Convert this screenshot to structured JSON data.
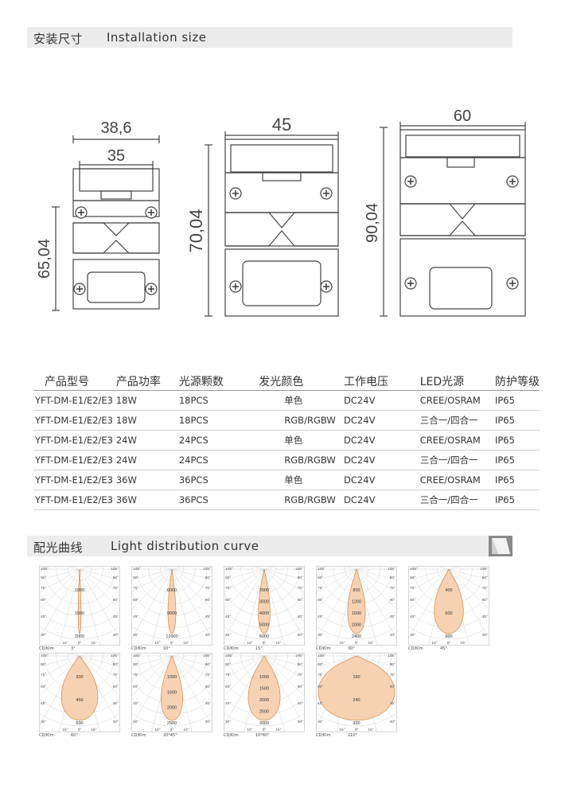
{
  "install": {
    "title_cn": "安装尺寸",
    "title_en": "Installation size"
  },
  "dims": {
    "w1": "38,6",
    "w1b": "35",
    "h1": "65,04",
    "w2": "45",
    "h2": "70,04",
    "w3": "60",
    "h3": "90,04"
  },
  "table": {
    "headers": [
      "产品型号",
      "产品功率",
      "光源颗数",
      "发光颜色",
      "工作电压",
      "LED光源",
      "防护等级"
    ],
    "rows": [
      [
        "YFT-DM-E1/E2/E3",
        "18W",
        "18PCS",
        "单色",
        "DC24V",
        "CREE/OSRAM",
        "IP65"
      ],
      [
        "YFT-DM-E1/E2/E3",
        "18W",
        "18PCS",
        "RGB/RGBW",
        "DC24V",
        "三合一/四合一",
        "IP65"
      ],
      [
        "YFT-DM-E1/E2/E3",
        "24W",
        "24PCS",
        "单色",
        "DC24V",
        "CREE/OSRAM",
        "IP65"
      ],
      [
        "YFT-DM-E1/E2/E3",
        "24W",
        "24PCS",
        "RGB/RGBW",
        "DC24V",
        "三合一/四合一",
        "IP65"
      ],
      [
        "YFT-DM-E1/E2/E3",
        "36W",
        "36PCS",
        "单色",
        "DC24V",
        "CREE/OSRAM",
        "IP65"
      ],
      [
        "YFT-DM-E1/E2/E3",
        "36W",
        "36PCS",
        "RGB/RGBW",
        "DC24V",
        "三合一/四合一",
        "IP65"
      ]
    ]
  },
  "light": {
    "title_cn": "配光曲线",
    "title_en": "Light distribution curve"
  },
  "colors": {
    "bar_bg": "#ececec",
    "lobe_fill": "#f7d2b2",
    "lobe_stroke": "#d08a4c",
    "outline": "#444444"
  },
  "polar_common": {
    "left_angles": [
      "105°",
      "90°",
      "75°",
      "60°",
      "45°",
      "30°"
    ],
    "right_angles": [
      "105°",
      "90°",
      "75°",
      "60°",
      "45°",
      "30°"
    ],
    "bottom": [
      "15°",
      "0°",
      "15°"
    ],
    "unit": "CD/Klm"
  },
  "chart_data": [
    {
      "type": "polar",
      "beam": "3°",
      "rings": [
        "1000",
        "1500",
        "2000"
      ],
      "half_angle": 3
    },
    {
      "type": "polar",
      "beam": "10°",
      "rings": [
        "6000",
        "9000",
        "12000"
      ],
      "half_angle": 8
    },
    {
      "type": "polar",
      "beam": "15°",
      "rings": [
        "2000",
        "3000",
        "4000",
        "5000",
        "6000"
      ],
      "half_angle": 12
    },
    {
      "type": "polar",
      "beam": "30°",
      "rings": [
        "800",
        "1200",
        "1500",
        "2000",
        "2400"
      ],
      "half_angle": 18
    },
    {
      "type": "polar",
      "beam": "45°",
      "rings": [
        "400",
        "600",
        "800"
      ],
      "half_angle": 30
    },
    {
      "type": "polar",
      "beam": "60°",
      "rings": [
        "300",
        "450",
        "600"
      ],
      "half_angle": 38
    },
    {
      "type": "polar",
      "beam": "20*45°",
      "rings": [
        "1000",
        "1500",
        "2000",
        "2500"
      ],
      "half_angle": 22
    },
    {
      "type": "polar",
      "beam": "10*60°",
      "rings": [
        "1000",
        "1500",
        "2000",
        "2500",
        "3000"
      ],
      "half_angle": 33
    },
    {
      "type": "polar",
      "beam": "110°",
      "rings": [
        "160",
        "240",
        "320"
      ],
      "half_angle": 62
    }
  ]
}
